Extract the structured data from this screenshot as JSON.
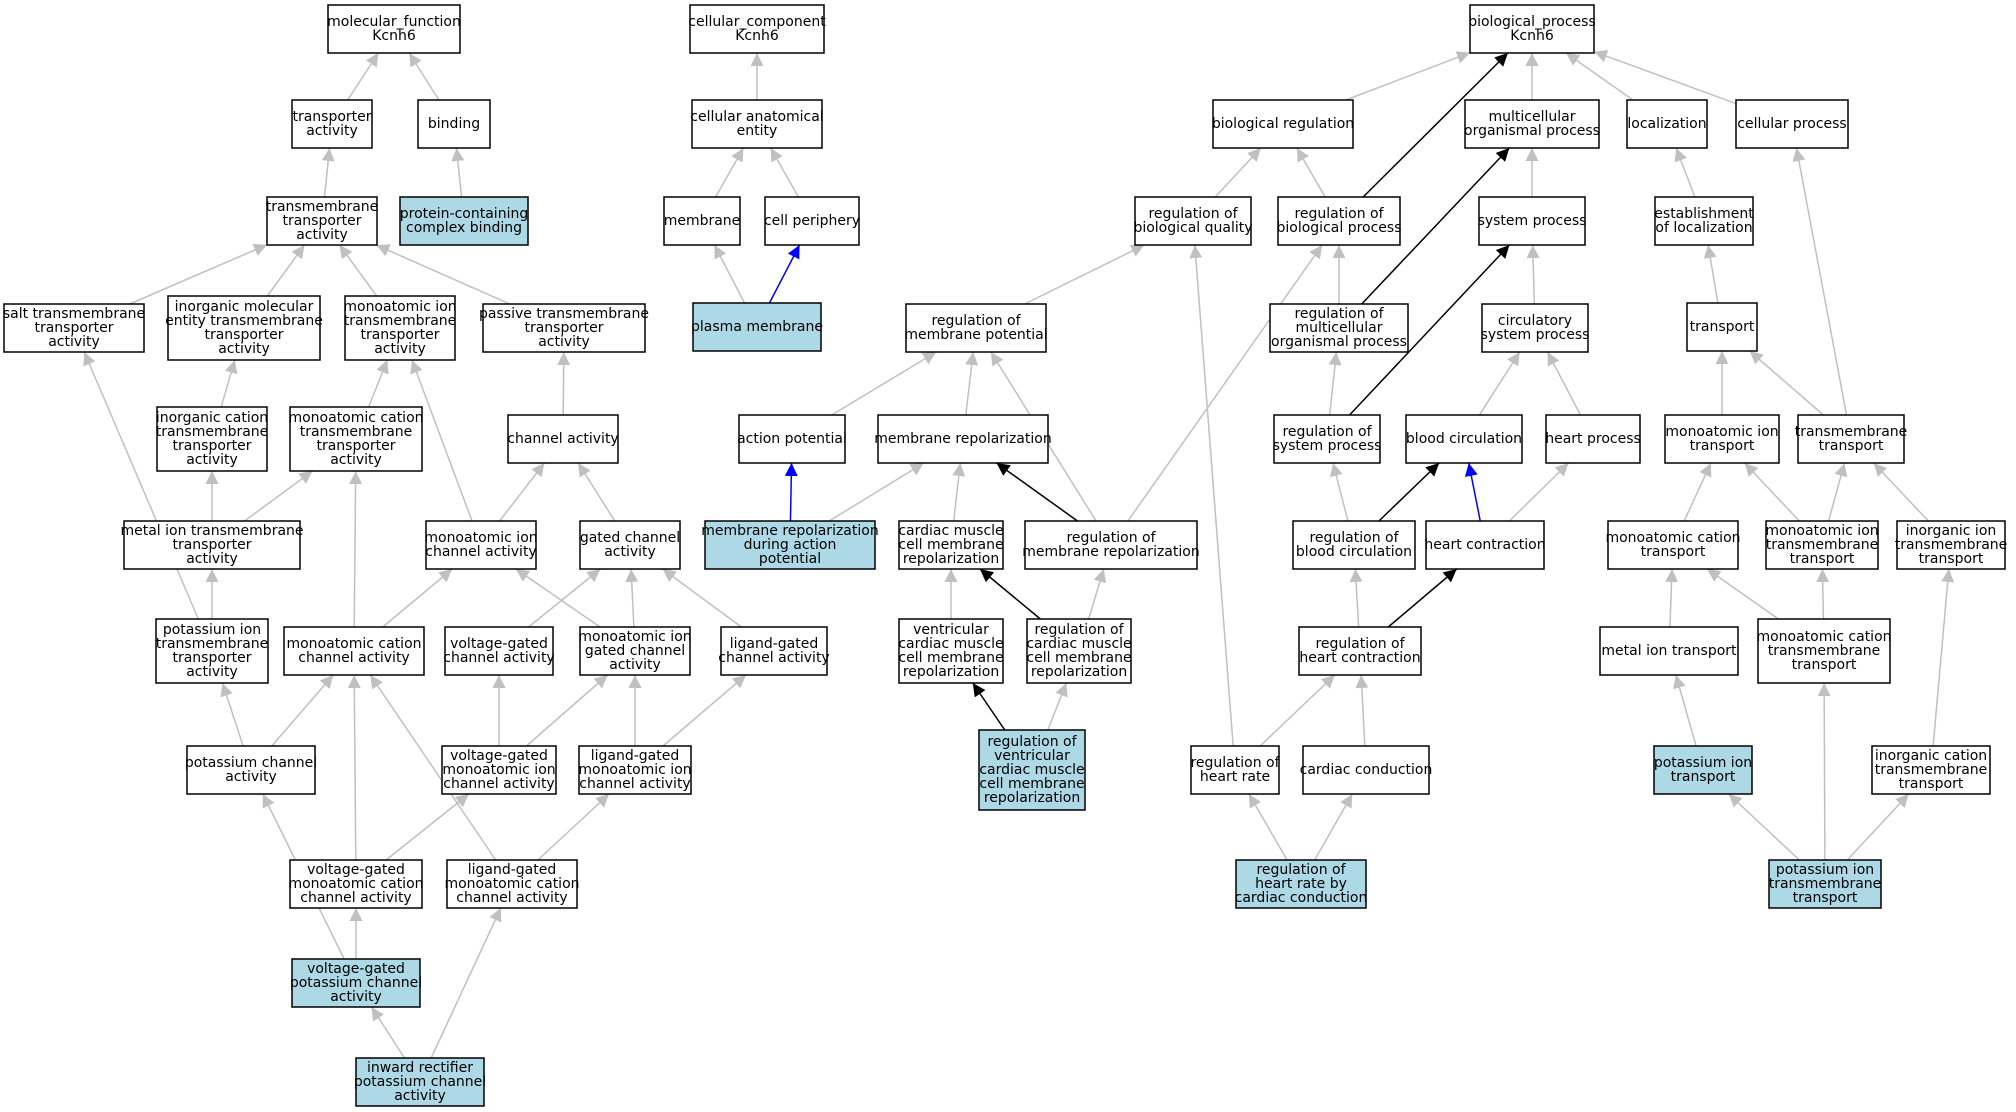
{
  "colors": {
    "highlight": "#add8e6",
    "plain": "#ffffff",
    "edge_gray": "#c0c0c0",
    "edge_black": "#000000",
    "edge_blue": "#0000ff"
  },
  "nodes": [
    {
      "id": "mf",
      "lines": [
        "molecular_function",
        "Kcnh6"
      ],
      "hl": false
    },
    {
      "id": "transporter_activity",
      "lines": [
        "transporter",
        "activity"
      ],
      "hl": false
    },
    {
      "id": "binding",
      "lines": [
        "binding"
      ],
      "hl": false
    },
    {
      "id": "tm_transporter",
      "lines": [
        "transmembrane",
        "transporter",
        "activity"
      ],
      "hl": false
    },
    {
      "id": "pcb",
      "lines": [
        "protein-containing",
        "complex binding"
      ],
      "hl": true
    },
    {
      "id": "salt_tm",
      "lines": [
        "salt transmembrane",
        "transporter",
        "activity"
      ],
      "hl": false
    },
    {
      "id": "inorg_mol",
      "lines": [
        "inorganic molecular",
        "entity transmembrane",
        "transporter",
        "activity"
      ],
      "hl": false
    },
    {
      "id": "monoion_tm_act",
      "lines": [
        "monoatomic ion",
        "transmembrane",
        "transporter",
        "activity"
      ],
      "hl": false
    },
    {
      "id": "passive_tm",
      "lines": [
        "passive transmembrane",
        "transporter",
        "activity"
      ],
      "hl": false
    },
    {
      "id": "inorg_cation_act",
      "lines": [
        "inorganic cation",
        "transmembrane",
        "transporter",
        "activity"
      ],
      "hl": false
    },
    {
      "id": "monocation_tm_act",
      "lines": [
        "monoatomic cation",
        "transmembrane",
        "transporter",
        "activity"
      ],
      "hl": false
    },
    {
      "id": "channel_act",
      "lines": [
        "channel activity"
      ],
      "hl": false
    },
    {
      "id": "metal_ion_tm",
      "lines": [
        "metal ion transmembrane",
        "transporter",
        "activity"
      ],
      "hl": false
    },
    {
      "id": "monoion_channel",
      "lines": [
        "monoatomic ion",
        "channel activity"
      ],
      "hl": false
    },
    {
      "id": "gated_channel",
      "lines": [
        "gated channel",
        "activity"
      ],
      "hl": false
    },
    {
      "id": "k_ion_tm_act",
      "lines": [
        "potassium ion",
        "transmembrane",
        "transporter",
        "activity"
      ],
      "hl": false
    },
    {
      "id": "monocation_channel",
      "lines": [
        "monoatomic cation",
        "channel activity"
      ],
      "hl": false
    },
    {
      "id": "vg_channel",
      "lines": [
        "voltage-gated",
        "channel activity"
      ],
      "hl": false
    },
    {
      "id": "monoion_gated",
      "lines": [
        "monoatomic ion",
        "gated channel",
        "activity"
      ],
      "hl": false
    },
    {
      "id": "lg_channel",
      "lines": [
        "ligand-gated",
        "channel activity"
      ],
      "hl": false
    },
    {
      "id": "k_channel",
      "lines": [
        "potassium channel",
        "activity"
      ],
      "hl": false
    },
    {
      "id": "vg_monoion",
      "lines": [
        "voltage-gated",
        "monoatomic ion",
        "channel activity"
      ],
      "hl": false
    },
    {
      "id": "lg_monoion",
      "lines": [
        "ligand-gated",
        "monoatomic ion",
        "channel activity"
      ],
      "hl": false
    },
    {
      "id": "vg_monocation",
      "lines": [
        "voltage-gated",
        "monoatomic cation",
        "channel activity"
      ],
      "hl": false
    },
    {
      "id": "lg_monocation",
      "lines": [
        "ligand-gated",
        "monoatomic cation",
        "channel activity"
      ],
      "hl": false
    },
    {
      "id": "vg_k_channel",
      "lines": [
        "voltage-gated",
        "potassium channel",
        "activity"
      ],
      "hl": true
    },
    {
      "id": "inward_rect",
      "lines": [
        "inward rectifier",
        "potassium channel",
        "activity"
      ],
      "hl": true
    },
    {
      "id": "cc",
      "lines": [
        "cellular_component",
        "Kcnh6"
      ],
      "hl": false
    },
    {
      "id": "cae",
      "lines": [
        "cellular anatomical",
        "entity"
      ],
      "hl": false
    },
    {
      "id": "membrane",
      "lines": [
        "membrane"
      ],
      "hl": false
    },
    {
      "id": "cell_periphery",
      "lines": [
        "cell periphery"
      ],
      "hl": false
    },
    {
      "id": "plasma_membrane",
      "lines": [
        "plasma membrane"
      ],
      "hl": true
    },
    {
      "id": "bp",
      "lines": [
        "biological_process",
        "Kcnh6"
      ],
      "hl": false
    },
    {
      "id": "bio_reg",
      "lines": [
        "biological regulation"
      ],
      "hl": false
    },
    {
      "id": "multicell_proc",
      "lines": [
        "multicellular",
        "organismal process"
      ],
      "hl": false
    },
    {
      "id": "localization",
      "lines": [
        "localization"
      ],
      "hl": false
    },
    {
      "id": "cellular_proc",
      "lines": [
        "cellular process"
      ],
      "hl": false
    },
    {
      "id": "reg_bio_quality",
      "lines": [
        "regulation of",
        "biological quality"
      ],
      "hl": false
    },
    {
      "id": "reg_bio_proc",
      "lines": [
        "regulation of",
        "biological process"
      ],
      "hl": false
    },
    {
      "id": "system_proc",
      "lines": [
        "system process"
      ],
      "hl": false
    },
    {
      "id": "estab_loc",
      "lines": [
        "establishment",
        "of localization"
      ],
      "hl": false
    },
    {
      "id": "reg_mem_pot",
      "lines": [
        "regulation of",
        "membrane potential"
      ],
      "hl": false
    },
    {
      "id": "reg_multicell",
      "lines": [
        "regulation of",
        "multicellular",
        "organismal process"
      ],
      "hl": false
    },
    {
      "id": "circ_sys",
      "lines": [
        "circulatory",
        "system process"
      ],
      "hl": false
    },
    {
      "id": "transport",
      "lines": [
        "transport"
      ],
      "hl": false
    },
    {
      "id": "action_pot",
      "lines": [
        "action potential"
      ],
      "hl": false
    },
    {
      "id": "mem_repol",
      "lines": [
        "membrane repolarization"
      ],
      "hl": false
    },
    {
      "id": "reg_sys_proc",
      "lines": [
        "regulation of",
        "system process"
      ],
      "hl": false
    },
    {
      "id": "blood_circ",
      "lines": [
        "blood circulation"
      ],
      "hl": false
    },
    {
      "id": "heart_proc",
      "lines": [
        "heart process"
      ],
      "hl": false
    },
    {
      "id": "monoion_transport",
      "lines": [
        "monoatomic ion",
        "transport"
      ],
      "hl": false
    },
    {
      "id": "tm_transport",
      "lines": [
        "transmembrane",
        "transport"
      ],
      "hl": false
    },
    {
      "id": "mem_repol_ap",
      "lines": [
        "membrane repolarization",
        "during action",
        "potential"
      ],
      "hl": true
    },
    {
      "id": "cardiac_repol",
      "lines": [
        "cardiac muscle",
        "cell membrane",
        "repolarization"
      ],
      "hl": false
    },
    {
      "id": "reg_mem_repol",
      "lines": [
        "regulation of",
        "membrane repolarization"
      ],
      "hl": false
    },
    {
      "id": "reg_blood_circ",
      "lines": [
        "regulation of",
        "blood circulation"
      ],
      "hl": false
    },
    {
      "id": "heart_contr",
      "lines": [
        "heart contraction"
      ],
      "hl": false
    },
    {
      "id": "monocation_transport",
      "lines": [
        "monoatomic cation",
        "transport"
      ],
      "hl": false
    },
    {
      "id": "monoion_tm_transport",
      "lines": [
        "monoatomic ion",
        "transmembrane",
        "transport"
      ],
      "hl": false
    },
    {
      "id": "inorg_ion_tm",
      "lines": [
        "inorganic ion",
        "transmembrane",
        "transport"
      ],
      "hl": false
    },
    {
      "id": "vent_repol",
      "lines": [
        "ventricular",
        "cardiac muscle",
        "cell membrane",
        "repolarization"
      ],
      "hl": false
    },
    {
      "id": "reg_cardiac_repol",
      "lines": [
        "regulation of",
        "cardiac muscle",
        "cell membrane",
        "repolarization"
      ],
      "hl": false
    },
    {
      "id": "reg_heart_contr",
      "lines": [
        "regulation of",
        "heart contraction"
      ],
      "hl": false
    },
    {
      "id": "metal_ion_transport",
      "lines": [
        "metal ion transport"
      ],
      "hl": false
    },
    {
      "id": "monocation_tm_transport",
      "lines": [
        "monoatomic cation",
        "transmembrane",
        "transport"
      ],
      "hl": false
    },
    {
      "id": "reg_vent_repol",
      "lines": [
        "regulation of",
        "ventricular",
        "cardiac muscle",
        "cell membrane",
        "repolarization"
      ],
      "hl": true
    },
    {
      "id": "reg_heart_rate",
      "lines": [
        "regulation of",
        "heart rate"
      ],
      "hl": false
    },
    {
      "id": "cardiac_cond",
      "lines": [
        "cardiac conduction"
      ],
      "hl": false
    },
    {
      "id": "k_ion_transport",
      "lines": [
        "potassium ion",
        "transport"
      ],
      "hl": true
    },
    {
      "id": "inorg_cation_tm",
      "lines": [
        "inorganic cation",
        "transmembrane",
        "transport"
      ],
      "hl": false
    },
    {
      "id": "reg_hr_cardiac",
      "lines": [
        "regulation of",
        "heart rate by",
        "cardiac conduction"
      ],
      "hl": true
    },
    {
      "id": "k_ion_tm_transport",
      "lines": [
        "potassium ion",
        "transmembrane",
        "transport"
      ],
      "hl": true
    }
  ],
  "edges": [
    [
      "transporter_activity",
      "mf",
      "gray"
    ],
    [
      "binding",
      "mf",
      "gray"
    ],
    [
      "tm_transporter",
      "transporter_activity",
      "gray"
    ],
    [
      "pcb",
      "binding",
      "gray"
    ],
    [
      "salt_tm",
      "tm_transporter",
      "gray"
    ],
    [
      "inorg_mol",
      "tm_transporter",
      "gray"
    ],
    [
      "monoion_tm_act",
      "tm_transporter",
      "gray"
    ],
    [
      "passive_tm",
      "tm_transporter",
      "gray"
    ],
    [
      "inorg_cation_act",
      "inorg_mol",
      "gray"
    ],
    [
      "monocation_tm_act",
      "monoion_tm_act",
      "gray"
    ],
    [
      "metal_ion_tm",
      "inorg_cation_act",
      "gray"
    ],
    [
      "metal_ion_tm",
      "monocation_tm_act",
      "gray"
    ],
    [
      "channel_act",
      "passive_tm",
      "gray"
    ],
    [
      "monoion_channel",
      "monoion_tm_act",
      "gray"
    ],
    [
      "monoion_channel",
      "channel_act",
      "gray"
    ],
    [
      "gated_channel",
      "channel_act",
      "gray"
    ],
    [
      "k_ion_tm_act",
      "metal_ion_tm",
      "gray"
    ],
    [
      "k_ion_tm_act",
      "salt_tm",
      "gray"
    ],
    [
      "monocation_channel",
      "monocation_tm_act",
      "gray"
    ],
    [
      "monocation_channel",
      "monoion_channel",
      "gray"
    ],
    [
      "vg_channel",
      "gated_channel",
      "gray"
    ],
    [
      "monoion_gated",
      "monoion_channel",
      "gray"
    ],
    [
      "monoion_gated",
      "gated_channel",
      "gray"
    ],
    [
      "lg_channel",
      "gated_channel",
      "gray"
    ],
    [
      "k_channel",
      "k_ion_tm_act",
      "gray"
    ],
    [
      "k_channel",
      "monocation_channel",
      "gray"
    ],
    [
      "vg_monoion",
      "vg_channel",
      "gray"
    ],
    [
      "vg_monoion",
      "monoion_gated",
      "gray"
    ],
    [
      "lg_monoion",
      "monoion_gated",
      "gray"
    ],
    [
      "lg_monoion",
      "lg_channel",
      "gray"
    ],
    [
      "vg_monocation",
      "monocation_channel",
      "gray"
    ],
    [
      "vg_monocation",
      "vg_monoion",
      "gray"
    ],
    [
      "lg_monocation",
      "monocation_channel",
      "gray"
    ],
    [
      "lg_monocation",
      "lg_monoion",
      "gray"
    ],
    [
      "vg_k_channel",
      "vg_monocation",
      "gray"
    ],
    [
      "vg_k_channel",
      "k_channel",
      "gray"
    ],
    [
      "inward_rect",
      "vg_k_channel",
      "gray"
    ],
    [
      "inward_rect",
      "lg_monocation",
      "gray"
    ],
    [
      "cae",
      "cc",
      "gray"
    ],
    [
      "membrane",
      "cae",
      "gray"
    ],
    [
      "cell_periphery",
      "cae",
      "gray"
    ],
    [
      "plasma_membrane",
      "membrane",
      "gray"
    ],
    [
      "plasma_membrane",
      "cell_periphery",
      "blue"
    ],
    [
      "bio_reg",
      "bp",
      "gray"
    ],
    [
      "multicell_proc",
      "bp",
      "gray"
    ],
    [
      "localization",
      "bp",
      "gray"
    ],
    [
      "cellular_proc",
      "bp",
      "gray"
    ],
    [
      "reg_bio_proc",
      "bp",
      "black"
    ],
    [
      "reg_bio_quality",
      "bio_reg",
      "gray"
    ],
    [
      "reg_bio_proc",
      "bio_reg",
      "gray"
    ],
    [
      "system_proc",
      "multicell_proc",
      "gray"
    ],
    [
      "reg_multicell",
      "multicell_proc",
      "black"
    ],
    [
      "estab_loc",
      "localization",
      "gray"
    ],
    [
      "reg_mem_pot",
      "reg_bio_quality",
      "gray"
    ],
    [
      "reg_heart_rate",
      "reg_bio_quality",
      "gray"
    ],
    [
      "reg_multicell",
      "reg_bio_proc",
      "gray"
    ],
    [
      "reg_mem_repol",
      "reg_bio_proc",
      "gray"
    ],
    [
      "circ_sys",
      "system_proc",
      "gray"
    ],
    [
      "reg_sys_proc",
      "system_proc",
      "black"
    ],
    [
      "transport",
      "estab_loc",
      "gray"
    ],
    [
      "tm_transport",
      "cellular_proc",
      "gray"
    ],
    [
      "action_pot",
      "reg_mem_pot",
      "gray"
    ],
    [
      "mem_repol",
      "reg_mem_pot",
      "gray"
    ],
    [
      "reg_mem_repol",
      "reg_mem_pot",
      "gray"
    ],
    [
      "reg_sys_proc",
      "reg_multicell",
      "gray"
    ],
    [
      "blood_circ",
      "circ_sys",
      "gray"
    ],
    [
      "heart_proc",
      "circ_sys",
      "gray"
    ],
    [
      "monoion_transport",
      "transport",
      "gray"
    ],
    [
      "tm_transport",
      "transport",
      "gray"
    ],
    [
      "mem_repol_ap",
      "action_pot",
      "blue"
    ],
    [
      "mem_repol_ap",
      "mem_repol",
      "gray"
    ],
    [
      "cardiac_repol",
      "mem_repol",
      "gray"
    ],
    [
      "reg_mem_repol",
      "mem_repol",
      "black"
    ],
    [
      "reg_blood_circ",
      "reg_sys_proc",
      "gray"
    ],
    [
      "reg_blood_circ",
      "blood_circ",
      "black"
    ],
    [
      "heart_contr",
      "blood_circ",
      "blue"
    ],
    [
      "heart_contr",
      "heart_proc",
      "gray"
    ],
    [
      "monocation_transport",
      "monoion_transport",
      "gray"
    ],
    [
      "monoion_tm_transport",
      "monoion_transport",
      "gray"
    ],
    [
      "monoion_tm_transport",
      "tm_transport",
      "gray"
    ],
    [
      "inorg_ion_tm",
      "tm_transport",
      "gray"
    ],
    [
      "vent_repol",
      "cardiac_repol",
      "gray"
    ],
    [
      "reg_cardiac_repol",
      "cardiac_repol",
      "black"
    ],
    [
      "reg_cardiac_repol",
      "reg_mem_repol",
      "gray"
    ],
    [
      "reg_heart_contr",
      "reg_blood_circ",
      "gray"
    ],
    [
      "reg_heart_contr",
      "heart_contr",
      "black"
    ],
    [
      "metal_ion_transport",
      "monocation_transport",
      "gray"
    ],
    [
      "monocation_tm_transport",
      "monocation_transport",
      "gray"
    ],
    [
      "monocation_tm_transport",
      "monoion_tm_transport",
      "gray"
    ],
    [
      "reg_vent_repol",
      "vent_repol",
      "black"
    ],
    [
      "reg_vent_repol",
      "reg_cardiac_repol",
      "gray"
    ],
    [
      "reg_heart_rate",
      "reg_heart_contr",
      "gray"
    ],
    [
      "cardiac_cond",
      "reg_heart_contr",
      "gray"
    ],
    [
      "k_ion_transport",
      "metal_ion_transport",
      "gray"
    ],
    [
      "inorg_cation_tm",
      "inorg_ion_tm",
      "gray"
    ],
    [
      "reg_hr_cardiac",
      "reg_heart_rate",
      "gray"
    ],
    [
      "reg_hr_cardiac",
      "cardiac_cond",
      "gray"
    ],
    [
      "k_ion_tm_transport",
      "k_ion_transport",
      "gray"
    ],
    [
      "k_ion_tm_transport",
      "monocation_tm_transport",
      "gray"
    ],
    [
      "k_ion_tm_transport",
      "inorg_cation_tm",
      "gray"
    ]
  ]
}
